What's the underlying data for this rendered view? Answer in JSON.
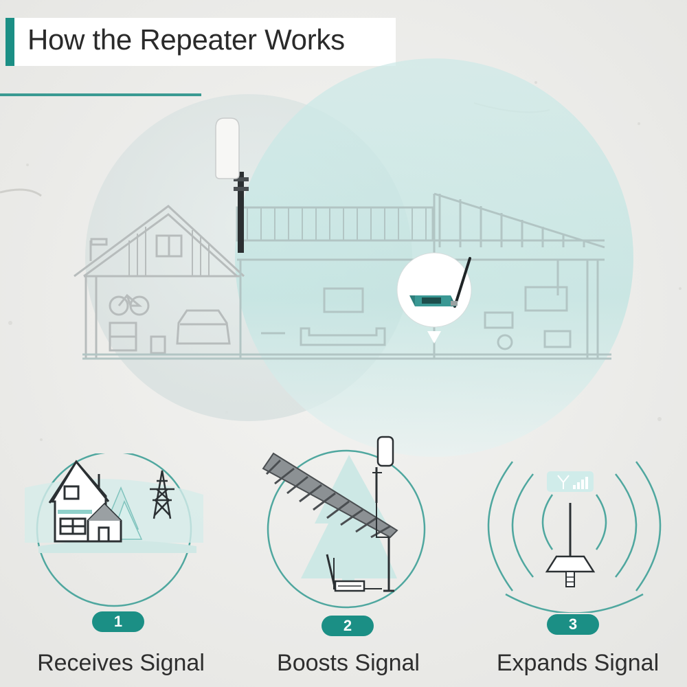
{
  "header": {
    "title": "How the Repeater Works"
  },
  "colors": {
    "accent": "#1b8f85",
    "accent_light": "#7fcdc7",
    "line_gray": "#b8bcbc",
    "background": "#eeeeec"
  },
  "steps": [
    {
      "number": "1",
      "label": "Receives Signal",
      "icon": "house-tower-icon"
    },
    {
      "number": "2",
      "label": "Boosts Signal",
      "icon": "roof-antenna-booster-icon"
    },
    {
      "number": "3",
      "label": "Expands Signal",
      "icon": "indoor-antenna-icon"
    }
  ],
  "illustration": {
    "outdoor_antenna": "outdoor-antenna-icon",
    "repeater_device": "signal-repeater-icon"
  }
}
